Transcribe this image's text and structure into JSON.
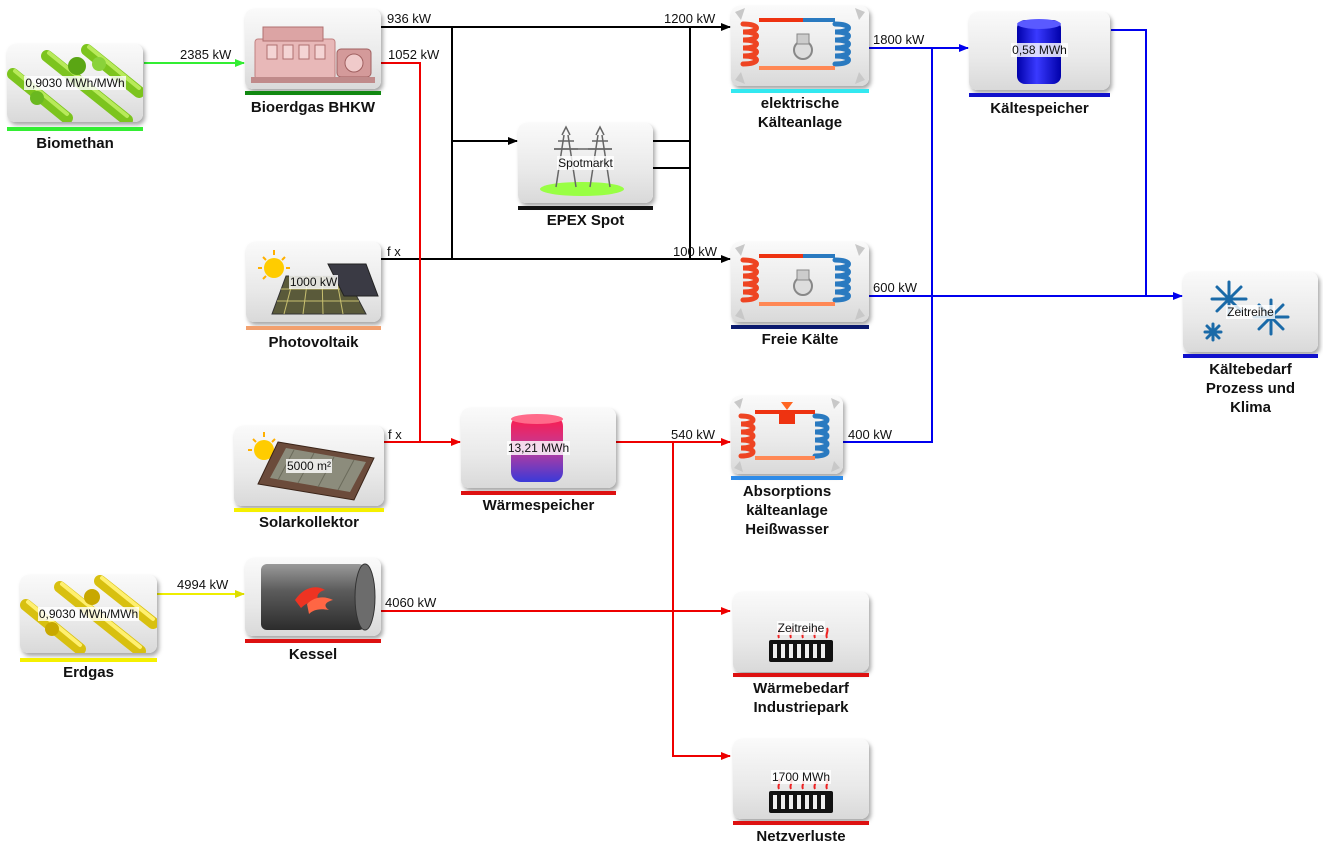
{
  "nodes": {
    "biomethan": {
      "name": "Biomethan",
      "value": "0,9030 MWh/MWh",
      "bar_color": "#33ee33"
    },
    "bhkw": {
      "name": "Bioerdgas BHKW",
      "value": "",
      "bar_color": "#118811"
    },
    "photovoltaik": {
      "name": "Photovoltaik",
      "value": "1000 kW",
      "bar_color": "#f2a06e"
    },
    "solarkollektor": {
      "name": "Solarkollektor",
      "value": "5000 m²",
      "bar_color": "#f5f000"
    },
    "erdgas": {
      "name": "Erdgas",
      "value": "0,9030 MWh/MWh",
      "bar_color": "#f5f000"
    },
    "kessel": {
      "name": "Kessel",
      "value": "",
      "bar_color": "#dd1111"
    },
    "epex": {
      "name": "EPEX Spot",
      "value": "Spotmarkt",
      "bar_color": "#111111"
    },
    "waermespeicher": {
      "name": "Wärmespeicher",
      "value": "13,21 MWh",
      "bar_color": "#dd1111"
    },
    "elektrische": {
      "name": "elektrische\nKälteanlage",
      "value": "",
      "bar_color": "#33e8f0"
    },
    "freie": {
      "name": "Freie Kälte",
      "value": "",
      "bar_color": "#0b1a6e"
    },
    "absorption": {
      "name": "Absorptions\nkälteanlage\nHeißwasser",
      "value": "",
      "bar_color": "#2e8be8"
    },
    "waermebedarf": {
      "name": "Wärmebedarf\nIndustriepark",
      "value": "Zeitreihe",
      "bar_color": "#dd1111"
    },
    "netzverluste": {
      "name": "Netzverluste",
      "value": "1700 MWh",
      "bar_color": "#dd1111"
    },
    "kaeltespeicher": {
      "name": "Kältespeicher",
      "value": "0,58 MWh",
      "bar_color": "#1111cc"
    },
    "kaeltebedarf": {
      "name": "Kältebedarf\nProzess und\nKlima",
      "value": "Zeitreihe",
      "bar_color": "#1111cc"
    }
  },
  "flow_labels": {
    "biomethan_bhkw": "2385 kW",
    "bhkw_electric": "936 kW",
    "bhkw_heat": "1052 kW",
    "to_elektrische": "1200 kW",
    "to_freie": "100 kW",
    "pv_fx": "f x",
    "solar_fx": "f x",
    "to_absorption": "540 kW",
    "elektrische_out": "1800 kW",
    "freie_out": "600 kW",
    "absorption_out": "400 kW",
    "erdgas_kessel": "4994 kW",
    "kessel_out": "4060 kW"
  },
  "colors": {
    "electric": "#000000",
    "heat": "#ee0000",
    "cold": "#0000ee",
    "gas_bio": "#33ee33",
    "gas_natural": "#eeee00"
  }
}
